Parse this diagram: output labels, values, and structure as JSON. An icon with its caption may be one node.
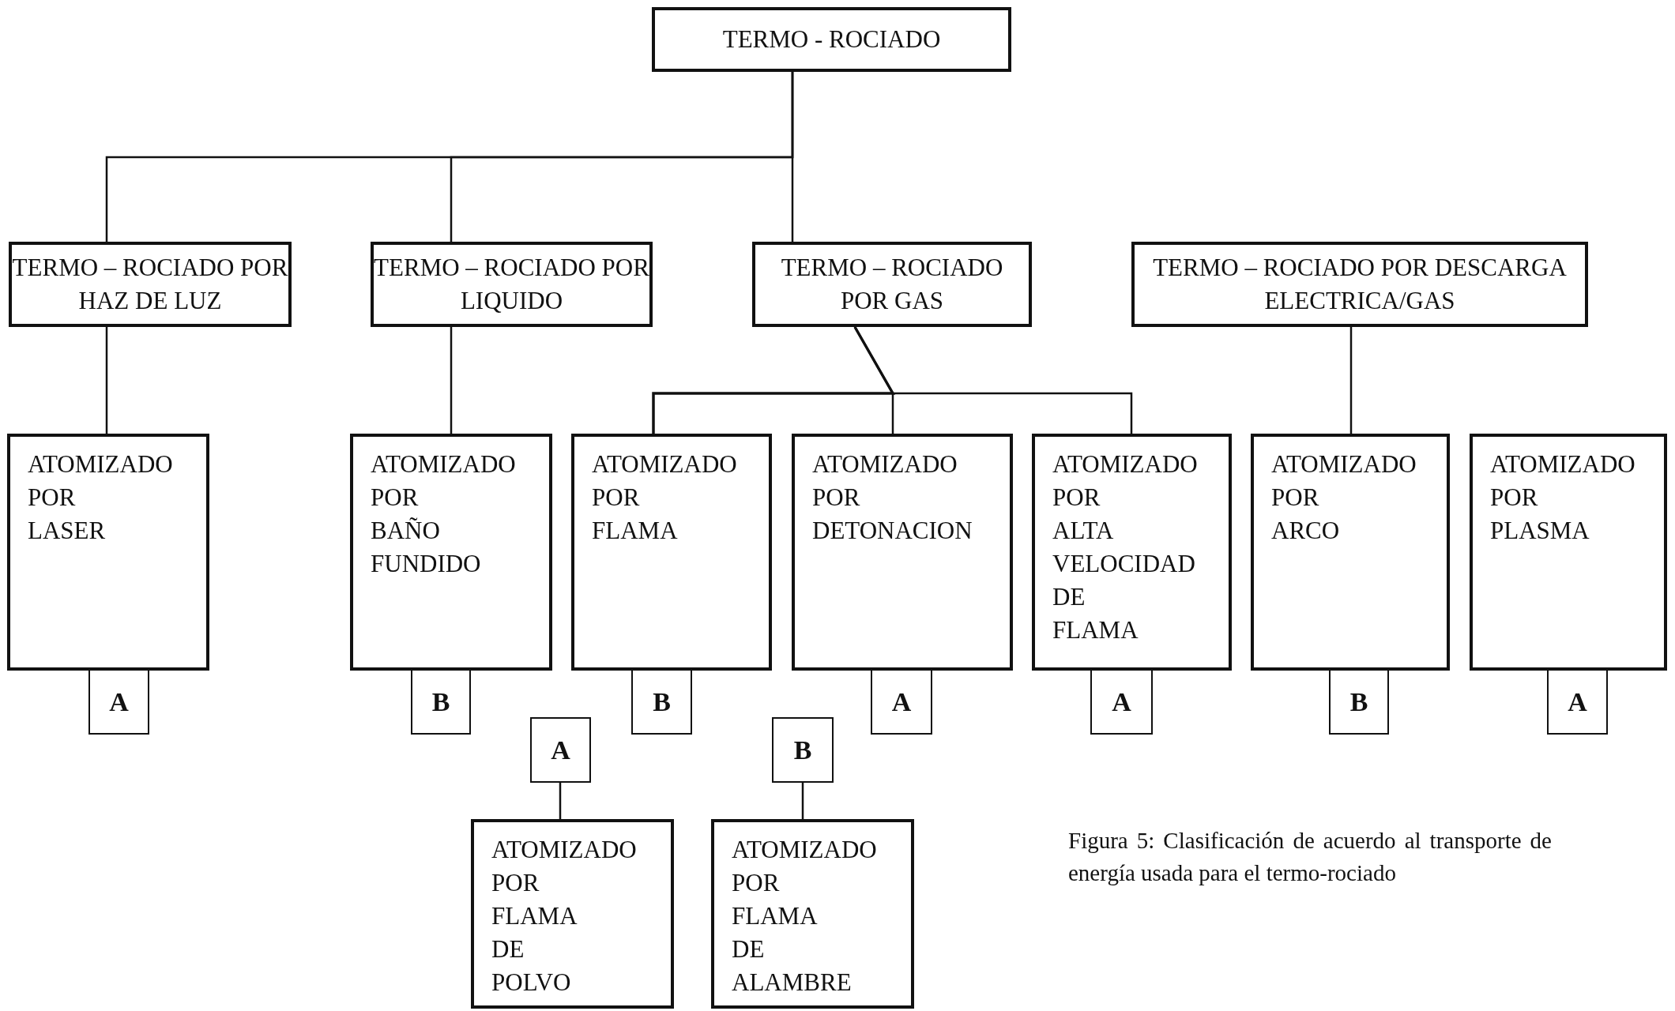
{
  "diagram": {
    "caption": "Figura 5: Clasificación de acuerdo al transporte de energía usada para el termo-rociado",
    "nodes": [
      {
        "text": [
          "TERMO - ROCIADO"
        ]
      },
      {
        "text": [
          "TERMO – ROCIADO POR HAZ DE LUZ"
        ]
      },
      {
        "text": [
          "TERMO – ROCIADO POR LIQUIDO"
        ]
      },
      {
        "text": [
          "TERMO – ROCIADO POR GAS"
        ]
      },
      {
        "text": [
          "TERMO – ROCIADO POR DESCARGA ELECTRICA/GAS"
        ]
      },
      {
        "text": [
          "ATOMIZADO POR LASER"
        ]
      },
      {
        "text": [
          "ATOMIZADO POR BAÑO FUNDIDO"
        ]
      },
      {
        "text": [
          "ATOMIZADO POR FLAMA"
        ]
      },
      {
        "text": [
          "ATOMIZADO POR DETONACION"
        ]
      },
      {
        "text": [
          "ATOMIZADO POR ALTA VELOCIDAD DE FLAMA"
        ]
      },
      {
        "text": [
          "ATOMIZADO POR ARCO"
        ]
      },
      {
        "text": [
          "ATOMIZADO POR PLASMA"
        ]
      },
      {
        "text": [
          "A"
        ]
      },
      {
        "text": [
          "B"
        ]
      },
      {
        "text": [
          "B"
        ]
      },
      {
        "text": [
          "A"
        ]
      },
      {
        "text": [
          "A"
        ]
      },
      {
        "text": [
          "B"
        ]
      },
      {
        "text": [
          "A"
        ]
      },
      {
        "text": [
          "A"
        ]
      },
      {
        "text": [
          "B"
        ]
      },
      {
        "text": [
          "ATOMIZADO POR FLAMA DE POLVO"
        ]
      },
      {
        "text": [
          "ATOMIZADO POR FLAMA DE ALAMBRE"
        ]
      }
    ],
    "edges": [
      {
        "from": 0,
        "to": 1,
        "arrow": "none"
      },
      {
        "from": 0,
        "to": 2,
        "arrow": "none"
      },
      {
        "from": 0,
        "to": 3,
        "arrow": "none"
      },
      {
        "from": 1,
        "to": 5,
        "arrow": "none"
      },
      {
        "from": 2,
        "to": 6,
        "arrow": "none"
      },
      {
        "from": 3,
        "to": 7,
        "arrow": "none"
      },
      {
        "from": 3,
        "to": 8,
        "arrow": "none"
      },
      {
        "from": 3,
        "to": 9,
        "arrow": "none"
      },
      {
        "from": 4,
        "to": 10,
        "arrow": "none"
      },
      {
        "from": 19,
        "to": 21,
        "arrow": "none"
      },
      {
        "from": 20,
        "to": 22,
        "arrow": "none"
      }
    ]
  }
}
